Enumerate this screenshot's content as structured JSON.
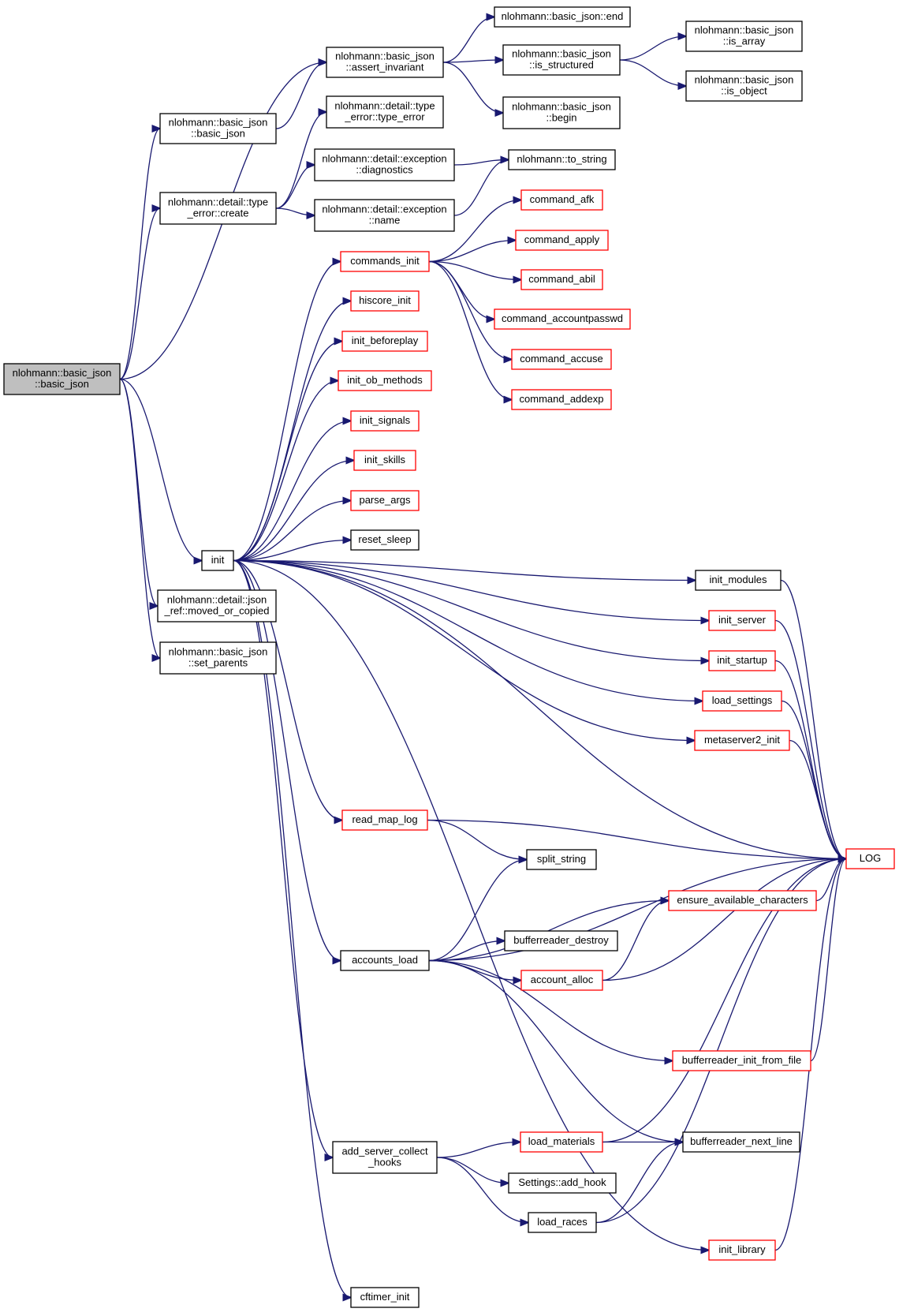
{
  "diagram": {
    "nodes": [
      {
        "id": "root",
        "label": [
          "nlohmann::basic_json",
          "::basic_json"
        ],
        "color": "root"
      },
      {
        "id": "assert",
        "label": [
          "nlohmann::basic_json",
          "::assert_invariant"
        ],
        "color": "black"
      },
      {
        "id": "end",
        "label": [
          "nlohmann::basic_json::end"
        ],
        "color": "black"
      },
      {
        "id": "is_structured",
        "label": [
          "nlohmann::basic_json",
          "::is_structured"
        ],
        "color": "black"
      },
      {
        "id": "is_array",
        "label": [
          "nlohmann::basic_json",
          "::is_array"
        ],
        "color": "black"
      },
      {
        "id": "is_object",
        "label": [
          "nlohmann::basic_json",
          "::is_object"
        ],
        "color": "black"
      },
      {
        "id": "begin",
        "label": [
          "nlohmann::basic_json",
          "::begin"
        ],
        "color": "black"
      },
      {
        "id": "bj2",
        "label": [
          "nlohmann::basic_json",
          "::basic_json"
        ],
        "color": "black"
      },
      {
        "id": "te_te",
        "label": [
          "nlohmann::detail::type",
          "_error::type_error"
        ],
        "color": "black"
      },
      {
        "id": "te_create",
        "label": [
          "nlohmann::detail::type",
          "_error::create"
        ],
        "color": "black"
      },
      {
        "id": "diag",
        "label": [
          "nlohmann::detail::exception",
          "::diagnostics"
        ],
        "color": "black"
      },
      {
        "id": "exname",
        "label": [
          "nlohmann::detail::exception",
          "::name"
        ],
        "color": "black"
      },
      {
        "id": "to_string",
        "label": [
          "nlohmann::to_string"
        ],
        "color": "black"
      },
      {
        "id": "command_afk",
        "label": [
          "command_afk"
        ],
        "color": "red"
      },
      {
        "id": "command_apply",
        "label": [
          "command_apply"
        ],
        "color": "red"
      },
      {
        "id": "command_abil",
        "label": [
          "command_abil"
        ],
        "color": "red"
      },
      {
        "id": "command_accountpasswd",
        "label": [
          "command_accountpasswd"
        ],
        "color": "red"
      },
      {
        "id": "command_accuse",
        "label": [
          "command_accuse"
        ],
        "color": "red"
      },
      {
        "id": "command_addexp",
        "label": [
          "command_addexp"
        ],
        "color": "red"
      },
      {
        "id": "commands_init",
        "label": [
          "commands_init"
        ],
        "color": "red"
      },
      {
        "id": "hiscore_init",
        "label": [
          "hiscore_init"
        ],
        "color": "red"
      },
      {
        "id": "init_beforeplay",
        "label": [
          "init_beforeplay"
        ],
        "color": "red"
      },
      {
        "id": "init_ob_methods",
        "label": [
          "init_ob_methods"
        ],
        "color": "red"
      },
      {
        "id": "init_signals",
        "label": [
          "init_signals"
        ],
        "color": "red"
      },
      {
        "id": "init_skills",
        "label": [
          "init_skills"
        ],
        "color": "red"
      },
      {
        "id": "parse_args",
        "label": [
          "parse_args"
        ],
        "color": "red"
      },
      {
        "id": "reset_sleep",
        "label": [
          "reset_sleep"
        ],
        "color": "black"
      },
      {
        "id": "init",
        "label": [
          "init"
        ],
        "color": "black"
      },
      {
        "id": "json_ref",
        "label": [
          "nlohmann::detail::json",
          "_ref::moved_or_copied"
        ],
        "color": "black"
      },
      {
        "id": "set_parents",
        "label": [
          "nlohmann::basic_json",
          "::set_parents"
        ],
        "color": "black"
      },
      {
        "id": "init_modules",
        "label": [
          "init_modules"
        ],
        "color": "black"
      },
      {
        "id": "init_server",
        "label": [
          "init_server"
        ],
        "color": "red"
      },
      {
        "id": "init_startup",
        "label": [
          "init_startup"
        ],
        "color": "red"
      },
      {
        "id": "load_settings",
        "label": [
          "load_settings"
        ],
        "color": "red"
      },
      {
        "id": "metaserver2_init",
        "label": [
          "metaserver2_init"
        ],
        "color": "red"
      },
      {
        "id": "read_map_log",
        "label": [
          "read_map_log"
        ],
        "color": "red"
      },
      {
        "id": "LOG",
        "label": [
          "LOG"
        ],
        "color": "red"
      },
      {
        "id": "split_string",
        "label": [
          "split_string"
        ],
        "color": "black"
      },
      {
        "id": "ensure_avail",
        "label": [
          "ensure_available_characters"
        ],
        "color": "red"
      },
      {
        "id": "br_destroy",
        "label": [
          "bufferreader_destroy"
        ],
        "color": "black"
      },
      {
        "id": "accounts_load",
        "label": [
          "accounts_load"
        ],
        "color": "black"
      },
      {
        "id": "account_alloc",
        "label": [
          "account_alloc"
        ],
        "color": "red"
      },
      {
        "id": "br_init_from_file",
        "label": [
          "bufferreader_init_from_file"
        ],
        "color": "red"
      },
      {
        "id": "add_server_hooks",
        "label": [
          "add_server_collect",
          "_hooks"
        ],
        "color": "black"
      },
      {
        "id": "load_materials",
        "label": [
          "load_materials"
        ],
        "color": "red"
      },
      {
        "id": "br_next_line",
        "label": [
          "bufferreader_next_line"
        ],
        "color": "black"
      },
      {
        "id": "add_hook",
        "label": [
          "Settings::add_hook"
        ],
        "color": "black"
      },
      {
        "id": "load_races",
        "label": [
          "load_races"
        ],
        "color": "black"
      },
      {
        "id": "init_library",
        "label": [
          "init_library"
        ],
        "color": "red"
      },
      {
        "id": "cftimer_init",
        "label": [
          "cftimer_init"
        ],
        "color": "black"
      }
    ],
    "edges": [
      {
        "from": "root",
        "to": "assert"
      },
      {
        "from": "root",
        "to": "bj2"
      },
      {
        "from": "root",
        "to": "te_create"
      },
      {
        "from": "root",
        "to": "init"
      },
      {
        "from": "root",
        "to": "json_ref"
      },
      {
        "from": "root",
        "to": "set_parents"
      },
      {
        "from": "assert",
        "to": "end"
      },
      {
        "from": "assert",
        "to": "is_structured"
      },
      {
        "from": "assert",
        "to": "begin"
      },
      {
        "from": "is_structured",
        "to": "is_array"
      },
      {
        "from": "is_structured",
        "to": "is_object"
      },
      {
        "from": "bj2",
        "to": "assert"
      },
      {
        "from": "te_create",
        "to": "te_te"
      },
      {
        "from": "te_create",
        "to": "diag"
      },
      {
        "from": "te_create",
        "to": "exname"
      },
      {
        "from": "diag",
        "to": "to_string"
      },
      {
        "from": "exname",
        "to": "to_string"
      },
      {
        "from": "init",
        "to": "commands_init"
      },
      {
        "from": "init",
        "to": "hiscore_init"
      },
      {
        "from": "init",
        "to": "init_beforeplay"
      },
      {
        "from": "init",
        "to": "init_ob_methods"
      },
      {
        "from": "init",
        "to": "init_signals"
      },
      {
        "from": "init",
        "to": "init_skills"
      },
      {
        "from": "init",
        "to": "parse_args"
      },
      {
        "from": "init",
        "to": "reset_sleep"
      },
      {
        "from": "init",
        "to": "init_modules"
      },
      {
        "from": "init",
        "to": "init_server"
      },
      {
        "from": "init",
        "to": "init_startup"
      },
      {
        "from": "init",
        "to": "load_settings"
      },
      {
        "from": "init",
        "to": "metaserver2_init"
      },
      {
        "from": "init",
        "to": "LOG"
      },
      {
        "from": "init",
        "to": "read_map_log"
      },
      {
        "from": "init",
        "to": "accounts_load"
      },
      {
        "from": "init",
        "to": "add_server_hooks"
      },
      {
        "from": "init",
        "to": "init_library"
      },
      {
        "from": "init",
        "to": "cftimer_init"
      },
      {
        "from": "commands_init",
        "to": "command_afk"
      },
      {
        "from": "commands_init",
        "to": "command_apply"
      },
      {
        "from": "commands_init",
        "to": "command_abil"
      },
      {
        "from": "commands_init",
        "to": "command_accountpasswd"
      },
      {
        "from": "commands_init",
        "to": "command_accuse"
      },
      {
        "from": "commands_init",
        "to": "command_addexp"
      },
      {
        "from": "init_modules",
        "to": "LOG"
      },
      {
        "from": "init_server",
        "to": "LOG"
      },
      {
        "from": "init_startup",
        "to": "LOG"
      },
      {
        "from": "load_settings",
        "to": "LOG"
      },
      {
        "from": "metaserver2_init",
        "to": "LOG"
      },
      {
        "from": "read_map_log",
        "to": "LOG"
      },
      {
        "from": "read_map_log",
        "to": "split_string"
      },
      {
        "from": "accounts_load",
        "to": "split_string"
      },
      {
        "from": "accounts_load",
        "to": "ensure_avail"
      },
      {
        "from": "accounts_load",
        "to": "br_destroy"
      },
      {
        "from": "accounts_load",
        "to": "account_alloc"
      },
      {
        "from": "accounts_load",
        "to": "LOG"
      },
      {
        "from": "accounts_load",
        "to": "br_init_from_file"
      },
      {
        "from": "accounts_load",
        "to": "br_next_line"
      },
      {
        "from": "ensure_avail",
        "to": "LOG"
      },
      {
        "from": "account_alloc",
        "to": "ensure_avail"
      },
      {
        "from": "account_alloc",
        "to": "LOG"
      },
      {
        "from": "br_init_from_file",
        "to": "LOG"
      },
      {
        "from": "add_server_hooks",
        "to": "load_materials"
      },
      {
        "from": "add_server_hooks",
        "to": "add_hook"
      },
      {
        "from": "add_server_hooks",
        "to": "load_races"
      },
      {
        "from": "load_materials",
        "to": "br_next_line"
      },
      {
        "from": "load_materials",
        "to": "LOG"
      },
      {
        "from": "load_races",
        "to": "br_next_line"
      },
      {
        "from": "load_races",
        "to": "LOG"
      },
      {
        "from": "init_library",
        "to": "LOG"
      }
    ]
  }
}
